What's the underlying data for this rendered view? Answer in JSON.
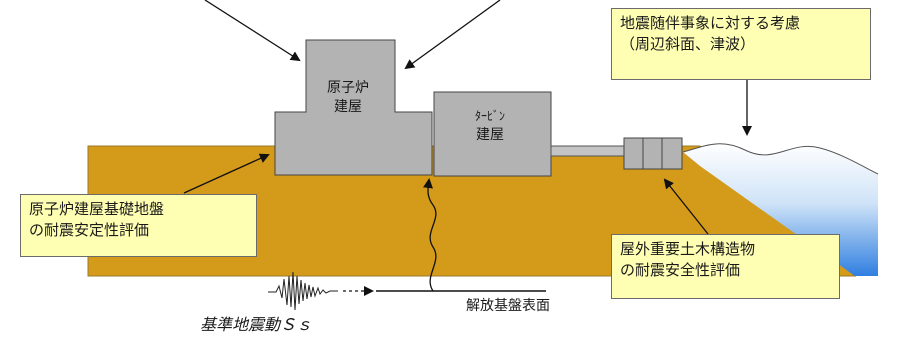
{
  "buildings": {
    "reactor_line1": "原子炉",
    "reactor_line2": "建屋",
    "turbine_line1": "ﾀｰﾋﾞﾝ",
    "turbine_line2": "建屋"
  },
  "callouts": {
    "accompanying_line1": "地震随伴事象に対する考慮",
    "accompanying_line2": "（周辺斜面、津波）",
    "foundation_line1": "原子炉建屋基礎地盤",
    "foundation_line2": "の耐震安定性評価",
    "civil_line1": "屋外重要土木構造物",
    "civil_line2": "の耐震安全性評価"
  },
  "labels": {
    "base_surface": "解放基盤表面",
    "ground_motion": "基準地震動Ｓｓ"
  },
  "colors": {
    "ground": "#d49a1a",
    "building": "#b3b3b3",
    "sea_top": "#ffffff",
    "sea_bottom": "#2f7fe0",
    "callout_fill": "#ffffb4"
  }
}
